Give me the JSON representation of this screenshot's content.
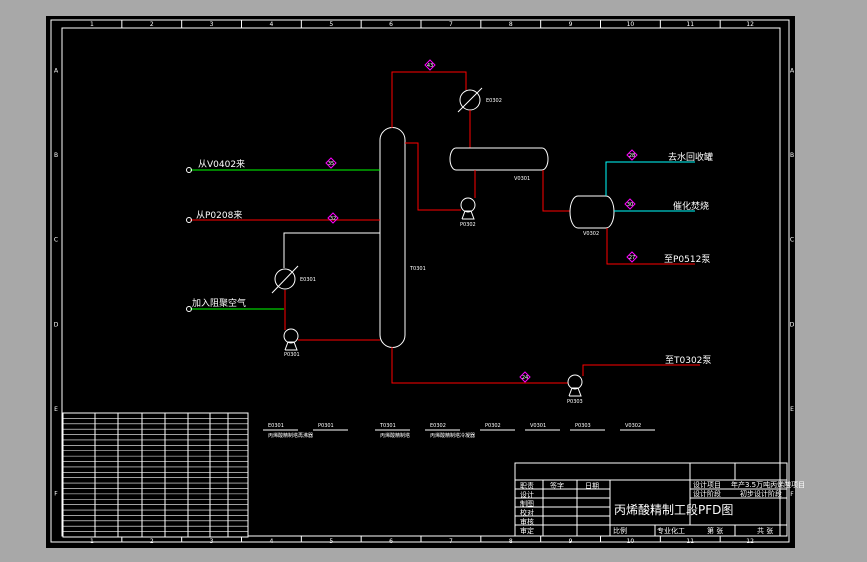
{
  "ruler": {
    "columns": [
      "1",
      "2",
      "3",
      "4",
      "5",
      "6",
      "7",
      "8",
      "9",
      "10",
      "11",
      "12"
    ],
    "rows": [
      "A",
      "B",
      "C",
      "D",
      "E",
      "F"
    ]
  },
  "streams": {
    "from_v0402": "从V0402来",
    "from_p0208": "从P0208来",
    "add_inhibitor_air": "加入阻聚空气",
    "to_water_tank": "去水回收罐",
    "to_incineration": "催化焚烧",
    "to_p0512": "至P0512泵",
    "to_t0302": "至T0302泵"
  },
  "stream_tags": {
    "s35": "35",
    "s32": "32",
    "s43": "43",
    "s28": "28",
    "s30": "30",
    "s27": "27",
    "s24": "24"
  },
  "equipment": {
    "t0301": "T0301",
    "e0301": "E0301",
    "p0301": "P0301",
    "e0302": "E0302",
    "v0301": "V0301",
    "p0302": "P0302",
    "v0302": "V0302",
    "p0303": "P0303"
  },
  "equipment_list": [
    {
      "tag": "E0301",
      "desc": "丙烯酸精制塔再沸器"
    },
    {
      "tag": "P0301",
      "desc": ""
    },
    {
      "tag": "T0301",
      "desc": "丙烯酸精制塔"
    },
    {
      "tag": "E0302",
      "desc": "丙烯酸精制塔冷凝器"
    },
    {
      "tag": "P0302",
      "desc": ""
    },
    {
      "tag": "V0301",
      "desc": ""
    },
    {
      "tag": "P0303",
      "desc": ""
    },
    {
      "tag": "V0302",
      "desc": ""
    }
  ],
  "title_block": {
    "role": "职责",
    "signature": "签字",
    "date": "日期",
    "design": "设计",
    "drafting": "制图",
    "check": "校对",
    "review": "审核",
    "approve": "审定",
    "drawing_title": "丙烯酸精制工段PFD图",
    "project_label": "设计项目",
    "project_value": "年产3.5万吨丙烯酸项目",
    "stage_label": "设计阶段",
    "stage_value": "初步设计阶段",
    "scale": "比例",
    "discipline": "专业化工",
    "sheet": "第 张",
    "total": "共 张",
    "row_mark": "F"
  },
  "colors": {
    "background": "#000000",
    "frame": "#a8a8a8",
    "line": "#ffffff",
    "process_red": "#ff0000",
    "process_green": "#00ff00",
    "process_cyan": "#00ffff",
    "tag": "#ff00ff"
  }
}
